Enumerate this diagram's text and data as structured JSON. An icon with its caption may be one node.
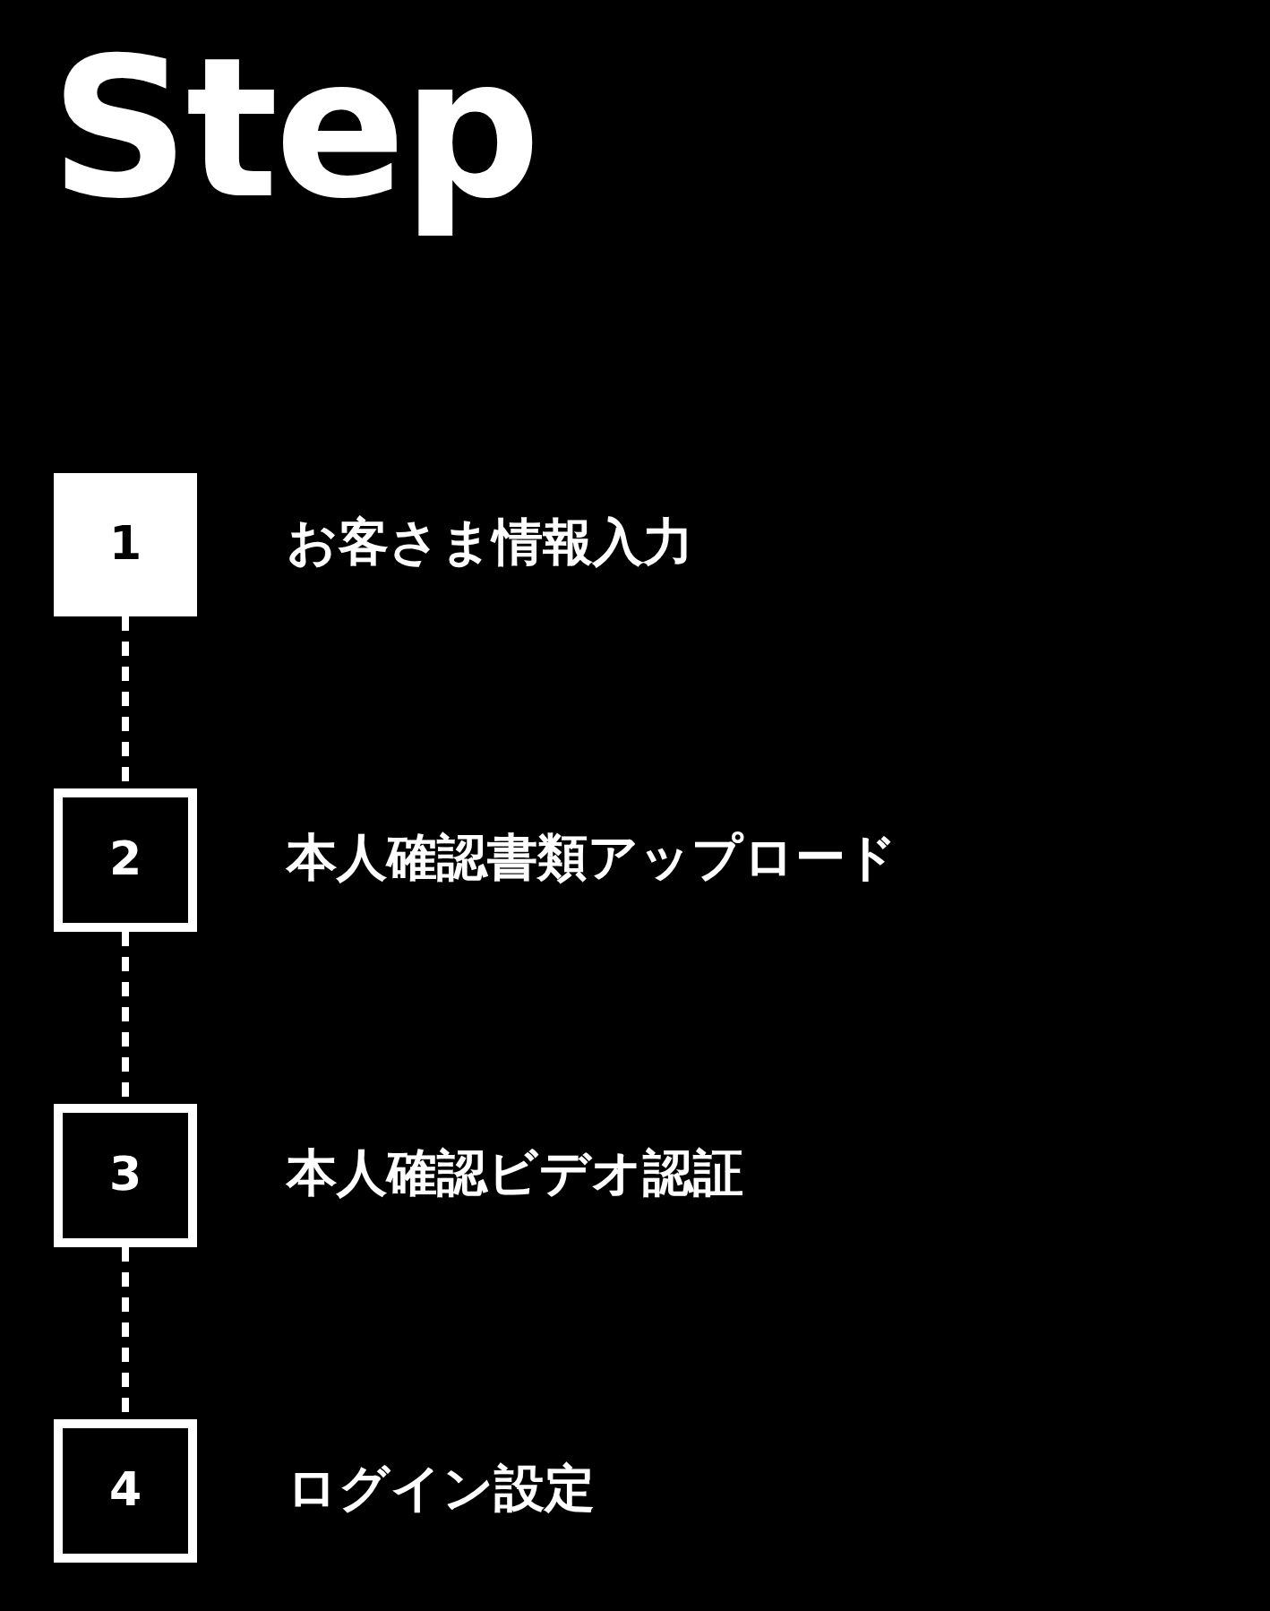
{
  "diagram": {
    "title": "Step",
    "nodes": [
      {
        "text": [
          "1"
        ],
        "beside": [
          "お客さま情報入力"
        ]
      },
      {
        "text": [
          "2"
        ],
        "beside": [
          "本人確認書類アップロード"
        ]
      },
      {
        "text": [
          "3"
        ],
        "beside": [
          "本人確認ビデオ認証"
        ]
      },
      {
        "text": [
          "4"
        ],
        "beside": [
          "ログイン設定"
        ]
      }
    ],
    "edges": [
      {
        "from": 0,
        "to": 1,
        "arrow": "none",
        "style": "dashed"
      },
      {
        "from": 1,
        "to": 2,
        "arrow": "none",
        "style": "dashed"
      },
      {
        "from": 2,
        "to": 3,
        "arrow": "none",
        "style": "dashed"
      }
    ]
  }
}
